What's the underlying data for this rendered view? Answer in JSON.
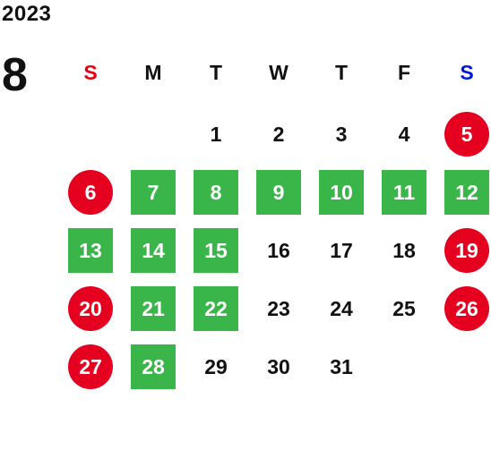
{
  "header": {
    "year": "2023",
    "month": "8"
  },
  "weekdays": [
    "S",
    "M",
    "T",
    "W",
    "T",
    "F",
    "S"
  ],
  "colors": {
    "holiday_red": "#e60020",
    "closed_green": "#3ab54a",
    "saturday_blue": "#0018d8",
    "sunday_red": "#e60012"
  },
  "days": [
    {
      "label": "1",
      "style": "plain"
    },
    {
      "label": "2",
      "style": "plain"
    },
    {
      "label": "3",
      "style": "plain"
    },
    {
      "label": "4",
      "style": "plain"
    },
    {
      "label": "5",
      "style": "red"
    },
    {
      "label": "6",
      "style": "red"
    },
    {
      "label": "7",
      "style": "green"
    },
    {
      "label": "8",
      "style": "green"
    },
    {
      "label": "9",
      "style": "green"
    },
    {
      "label": "10",
      "style": "green"
    },
    {
      "label": "11",
      "style": "green"
    },
    {
      "label": "12",
      "style": "green"
    },
    {
      "label": "13",
      "style": "green"
    },
    {
      "label": "14",
      "style": "green"
    },
    {
      "label": "15",
      "style": "green"
    },
    {
      "label": "16",
      "style": "plain"
    },
    {
      "label": "17",
      "style": "plain"
    },
    {
      "label": "18",
      "style": "plain"
    },
    {
      "label": "19",
      "style": "red"
    },
    {
      "label": "20",
      "style": "red"
    },
    {
      "label": "21",
      "style": "green"
    },
    {
      "label": "22",
      "style": "green"
    },
    {
      "label": "23",
      "style": "plain"
    },
    {
      "label": "24",
      "style": "plain"
    },
    {
      "label": "25",
      "style": "plain"
    },
    {
      "label": "26",
      "style": "red"
    },
    {
      "label": "27",
      "style": "red"
    },
    {
      "label": "28",
      "style": "green"
    },
    {
      "label": "29",
      "style": "plain"
    },
    {
      "label": "30",
      "style": "plain"
    },
    {
      "label": "31",
      "style": "plain"
    }
  ]
}
